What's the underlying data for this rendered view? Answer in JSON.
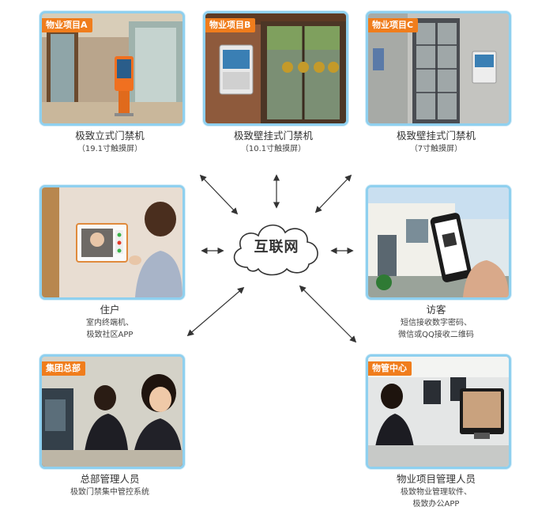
{
  "center": {
    "label": "互联网"
  },
  "nodes": [
    {
      "id": "a",
      "tag": "物业项目A",
      "title": "极致立式门禁机",
      "sub": [
        "（19.1寸触摸屏）"
      ]
    },
    {
      "id": "b",
      "tag": "物业项目B",
      "title": "极致壁挂式门禁机",
      "sub": [
        "（10.1寸触摸屏）"
      ]
    },
    {
      "id": "c",
      "tag": "物业项目C",
      "title": "极致壁挂式门禁机",
      "sub": [
        "（7寸触摸屏）"
      ]
    },
    {
      "id": "resident",
      "tag": "",
      "title": "住户",
      "sub": [
        "室内终端机、",
        "极致社区APP"
      ]
    },
    {
      "id": "visitor",
      "tag": "",
      "title": "访客",
      "sub": [
        "短信接收数字密码、",
        "微信或QQ接收二维码"
      ]
    },
    {
      "id": "hq",
      "tag": "集团总部",
      "title": "总部管理人员",
      "sub": [
        "极致门禁集中管控系统"
      ]
    },
    {
      "id": "pm",
      "tag": "物管中心",
      "title": "物业项目管理人员",
      "sub": [
        "极致物业管理软件、",
        "极致办公APP"
      ]
    }
  ],
  "colors": {
    "tag_bg": "#f07d1c",
    "card_border": "#8fd0ef",
    "arrow": "#333333"
  }
}
